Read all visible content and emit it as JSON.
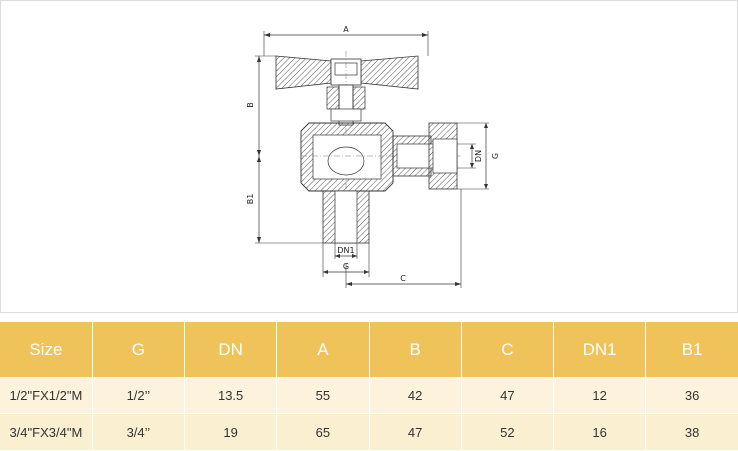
{
  "drawing": {
    "labels": {
      "A": "A",
      "B": "B",
      "B1": "B1",
      "C": "C",
      "DN": "DN",
      "G_side": "G",
      "DN1": "DN1",
      "G_bottom": "G"
    }
  },
  "spec_table": {
    "columns": [
      "Size",
      "G",
      "DN",
      "A",
      "B",
      "C",
      "DN1",
      "B1"
    ],
    "rows": [
      [
        "1/2\"FX1/2\"M",
        "1/2’’",
        "13.5",
        "55",
        "42",
        "47",
        "12",
        "36"
      ],
      [
        "3/4\"FX3/4\"M",
        "3/4’’",
        "19",
        "65",
        "47",
        "52",
        "16",
        "38"
      ]
    ]
  },
  "colors": {
    "header_bg": "#efc35a",
    "row_bg_1": "#fdf3dd",
    "row_bg_2": "#fbefd2",
    "hatch": "#444444"
  }
}
